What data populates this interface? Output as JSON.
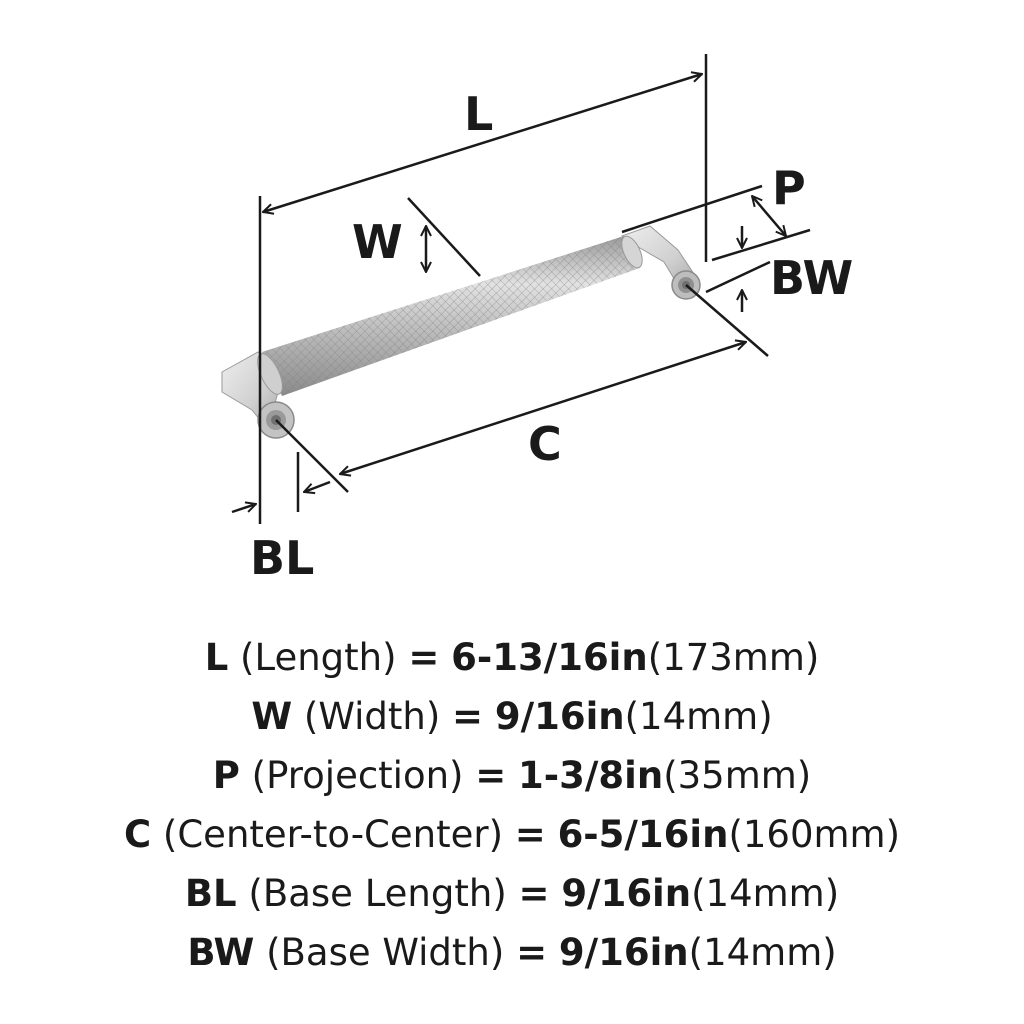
{
  "labels": {
    "length": "L",
    "width": "W",
    "projection": "P",
    "base_width": "BW",
    "center": "C",
    "base_length": "BL"
  },
  "colors": {
    "line": "#1a1a1a",
    "metal_light": "#e8e8e8",
    "metal_mid": "#c9c9c9",
    "metal_dark": "#8f8f8f",
    "text": "#1a1a1a"
  },
  "specs": [
    {
      "abbr": "L",
      "name": "(Length)",
      "eq": "=",
      "imperial": "6-13/16in",
      "metric": "(173mm)"
    },
    {
      "abbr": "W",
      "name": "(Width)",
      "eq": "=",
      "imperial": "9/16in",
      "metric": "(14mm)"
    },
    {
      "abbr": "P",
      "name": "(Projection)",
      "eq": "=",
      "imperial": "1-3/8in",
      "metric": "(35mm)"
    },
    {
      "abbr": "C",
      "name": "(Center-to-Center)",
      "eq": "=",
      "imperial": "6-5/16in",
      "metric": "(160mm)"
    },
    {
      "abbr": "BL",
      "name": "(Base Length)",
      "eq": "=",
      "imperial": "9/16in",
      "metric": "(14mm)"
    },
    {
      "abbr": "BW",
      "name": "(Base Width)",
      "eq": "=",
      "imperial": "9/16in",
      "metric": "(14mm)"
    }
  ]
}
